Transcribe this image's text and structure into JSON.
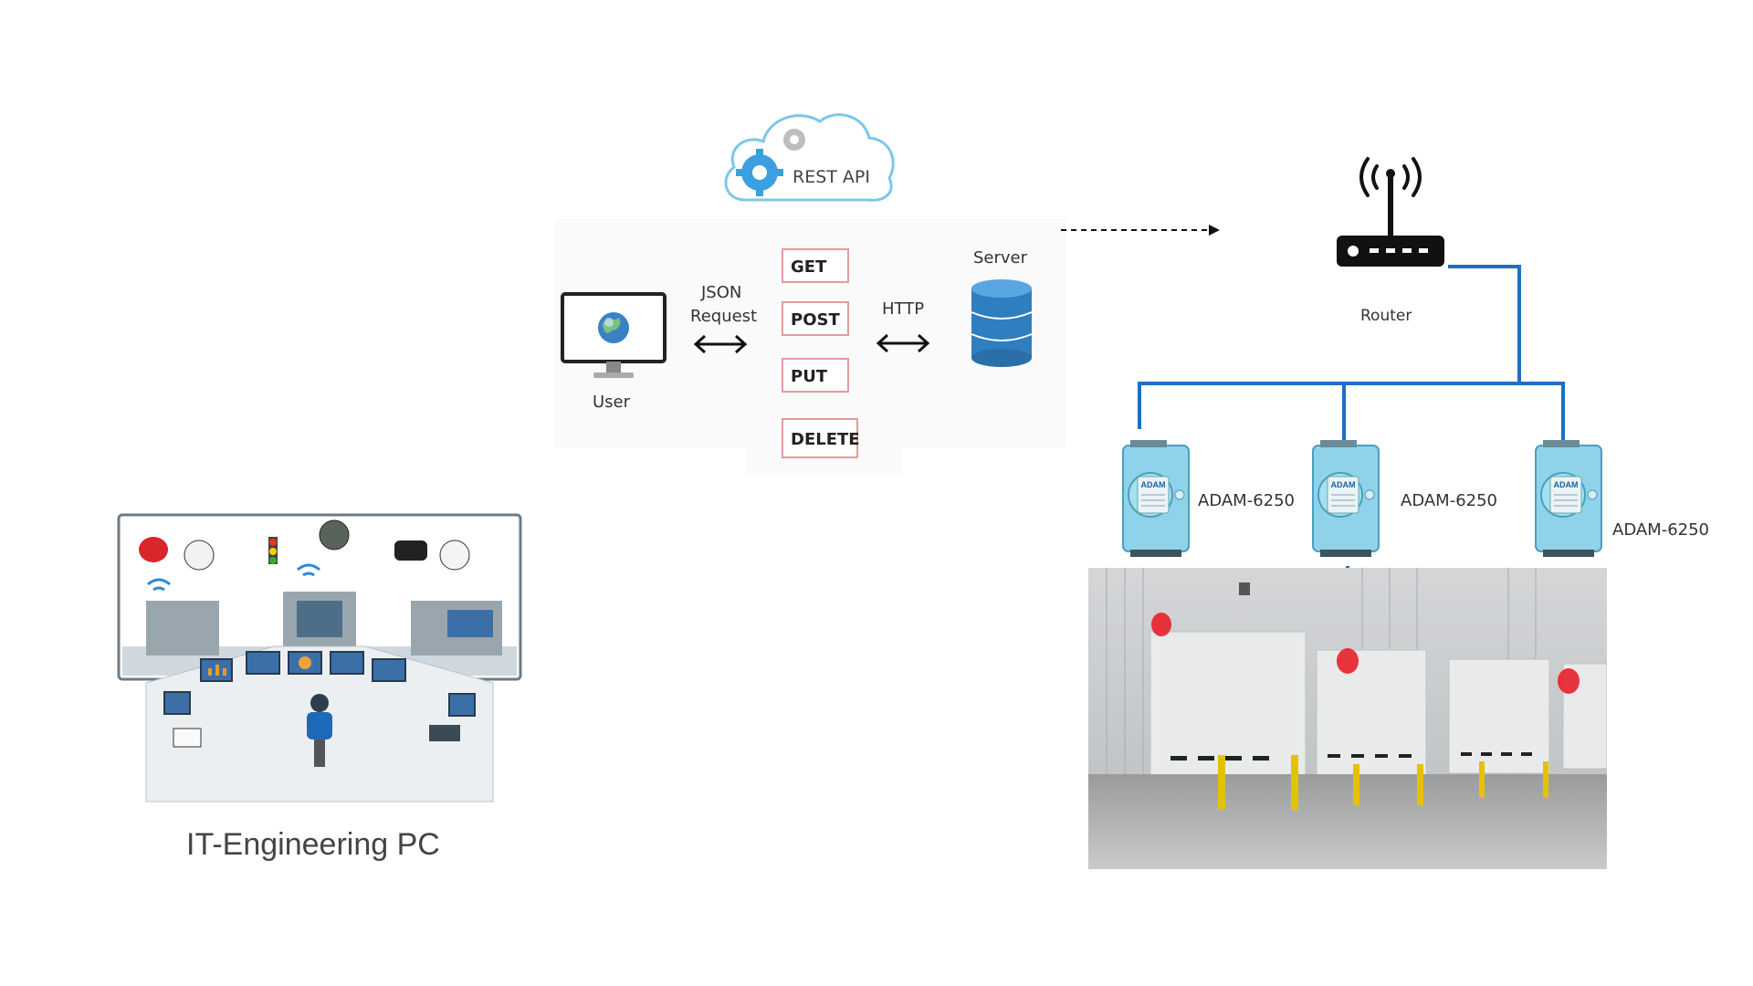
{
  "cloud": {
    "label": "REST API"
  },
  "rest_panel": {
    "user_label": "User",
    "json_label_line1": "JSON",
    "json_label_line2": "Request",
    "http_label": "HTTP",
    "server_label": "Server",
    "methods": [
      "GET",
      "POST",
      "PUT",
      "DELETE"
    ]
  },
  "router": {
    "label": "Router"
  },
  "modules": [
    {
      "label": "ADAM-6250"
    },
    {
      "label": "ADAM-6250"
    },
    {
      "label": "ADAM-6250"
    }
  ],
  "pc": {
    "caption": "IT-Engineering PC"
  },
  "colors": {
    "network_line": "#1e6fbf",
    "method_border": "#e59a9a",
    "module_body": "#8fd3ea",
    "beacon": "#e8202a"
  }
}
